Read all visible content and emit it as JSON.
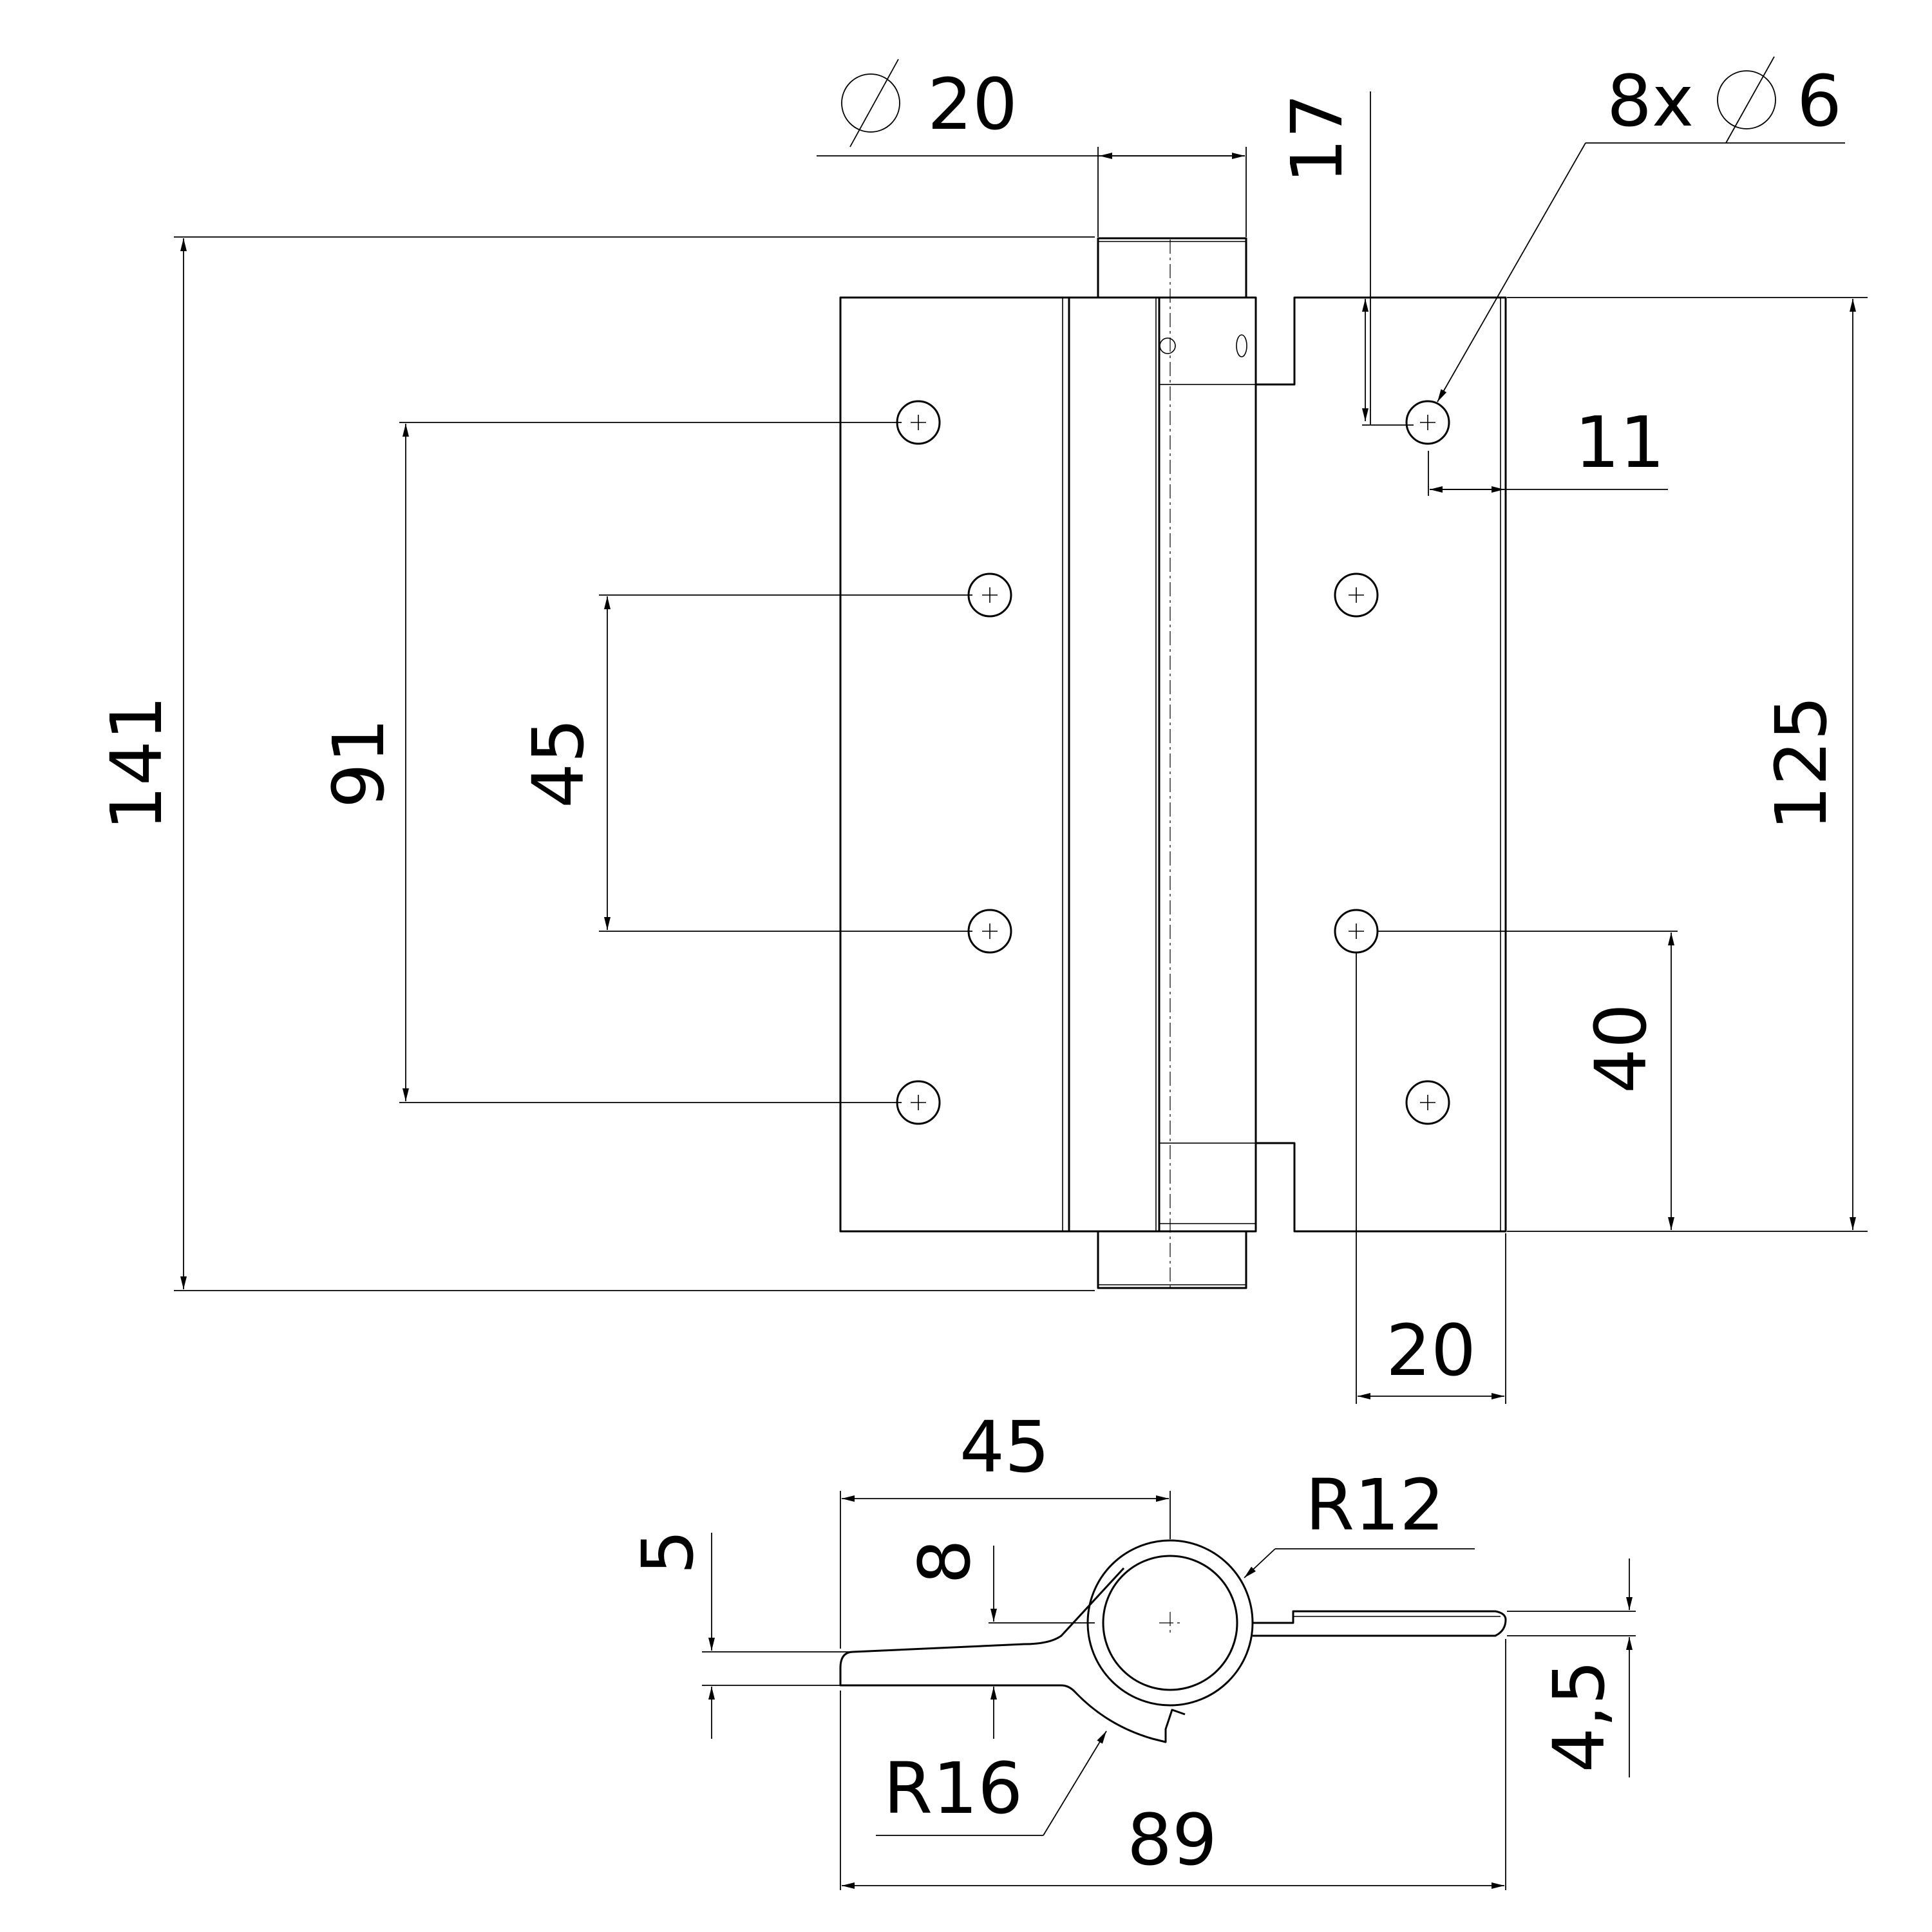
{
  "drawing": {
    "front_view": {
      "dimensions": {
        "overall_height": "141",
        "outer_hole_spacing": "91",
        "inner_hole_spacing": "45",
        "barrel_diameter_symbol": "∅",
        "barrel_diameter": "20",
        "pin_offset": "17",
        "hole_count_diameter": "8x",
        "hole_diameter_symbol": "∅",
        "hole_diameter": "6",
        "hole_edge_distance": "11",
        "leaf_height": "125",
        "bottom_hole_offset": "40",
        "hole_column_offset": "20"
      }
    },
    "top_view": {
      "dimensions": {
        "barrel_offset": "45",
        "radius_barrel": "R12",
        "leaf_offset": "5",
        "leaf_gap": "8",
        "radius_knuckle": "R16",
        "leaf_thickness": "4,5",
        "overall_width": "89"
      }
    }
  }
}
